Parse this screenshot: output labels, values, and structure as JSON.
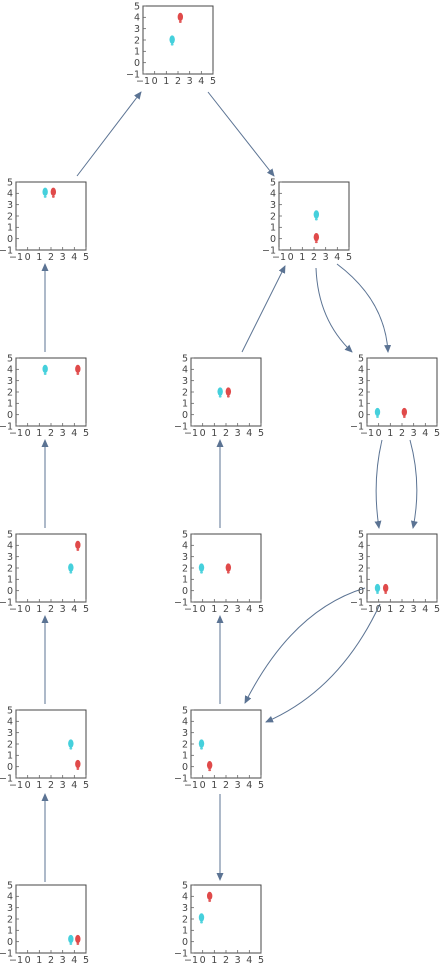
{
  "theme": {
    "edge_color": "#5b7393",
    "axis_color": "#444444",
    "player_colors": [
      "#45d0dc",
      "#e04a4a"
    ]
  },
  "plot_axes": {
    "x_ticks": [
      "−1",
      "0",
      "1",
      "2",
      "3",
      "4",
      "5"
    ],
    "y_ticks": [
      "−1",
      "0",
      "1",
      "2",
      "3",
      "4",
      "5"
    ],
    "xlim": [
      -1,
      5
    ],
    "ylim": [
      -1,
      5
    ]
  },
  "nodes": [
    {
      "id": "n0",
      "points": [
        [
          1.5,
          1.9
        ],
        [
          2.2,
          3.9
        ]
      ]
    },
    {
      "id": "n1",
      "points": [
        [
          1.5,
          4.0
        ],
        [
          2.2,
          4.0
        ]
      ]
    },
    {
      "id": "n2",
      "points": [
        [
          2.2,
          2.0
        ],
        [
          2.2,
          0.0
        ]
      ]
    },
    {
      "id": "n3",
      "points": [
        [
          1.5,
          3.9
        ],
        [
          4.3,
          3.9
        ]
      ]
    },
    {
      "id": "n4",
      "points": [
        [
          1.5,
          1.9
        ],
        [
          2.2,
          1.9
        ]
      ]
    },
    {
      "id": "n5",
      "points": [
        [
          -0.1,
          0.1
        ],
        [
          2.2,
          0.1
        ]
      ]
    },
    {
      "id": "n6",
      "points": [
        [
          3.7,
          1.9
        ],
        [
          4.3,
          3.9
        ]
      ]
    },
    {
      "id": "n7",
      "points": [
        [
          -0.1,
          1.9
        ],
        [
          2.2,
          1.9
        ]
      ]
    },
    {
      "id": "n8",
      "points": [
        [
          -0.1,
          0.1
        ],
        [
          0.6,
          0.1
        ]
      ]
    },
    {
      "id": "n9",
      "points": [
        [
          3.7,
          1.9
        ],
        [
          4.3,
          0.1
        ]
      ]
    },
    {
      "id": "n10",
      "points": [
        [
          -0.1,
          1.9
        ],
        [
          0.6,
          0.0
        ]
      ]
    },
    {
      "id": "n11",
      "points": [
        [
          3.7,
          0.1
        ],
        [
          4.3,
          0.1
        ]
      ]
    },
    {
      "id": "n12",
      "points": [
        [
          -0.1,
          2.0
        ],
        [
          0.6,
          3.9
        ]
      ]
    }
  ]
}
